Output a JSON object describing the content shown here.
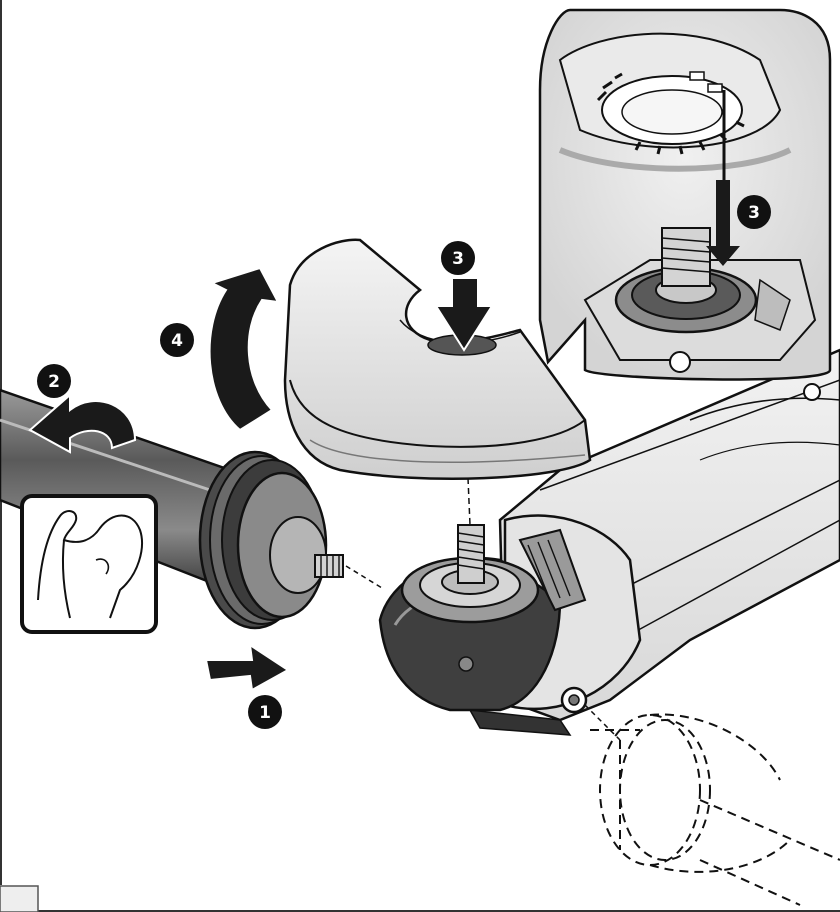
{
  "diagram": {
    "steps": [
      {
        "id": "1",
        "label": "1"
      },
      {
        "id": "2",
        "label": "2"
      },
      {
        "id": "3",
        "label": "3"
      },
      {
        "id": "4",
        "label": "4"
      }
    ],
    "icons": {
      "strength": "flexed-arm-icon",
      "arrow_remove": "arrow-right-icon",
      "arrow_twist": "curved-arrow-icon",
      "arrow_press": "arrow-down-icon",
      "arrow_rotate": "curved-arrow-up-icon"
    },
    "colors": {
      "ink": "#111111",
      "shade": "#7a7a7a",
      "light": "#e6e6e6",
      "mid": "#c8c8c8",
      "background": "#ffffff"
    }
  }
}
